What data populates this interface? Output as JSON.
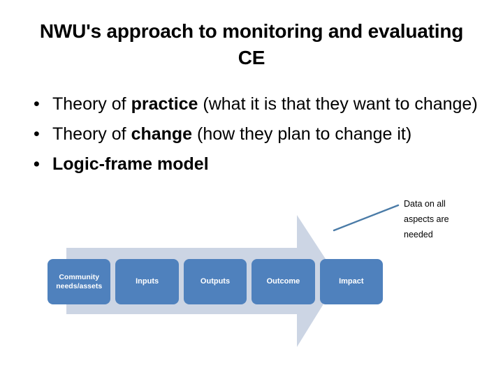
{
  "slide": {
    "title": "NWU's approach to monitoring and evaluating CE",
    "background_color": "#ffffff"
  },
  "bullets": [
    {
      "prefix": "Theory of ",
      "bold": "practice",
      "suffix": " (what it is that they want to change)",
      "all_bold": false
    },
    {
      "prefix": "Theory of ",
      "bold": "change",
      "suffix": " (how they plan to change it)",
      "all_bold": false
    },
    {
      "prefix": "",
      "bold": "Logic-frame model",
      "suffix": "",
      "all_bold": true
    }
  ],
  "diagram": {
    "arrow_color": "#ccd5e4",
    "box_color": "#4f81bd",
    "box_text_color": "#ffffff",
    "stages": [
      {
        "label": "Community\nneeds/assets"
      },
      {
        "label": "Inputs"
      },
      {
        "label": "Outputs"
      },
      {
        "label": "Outcome"
      },
      {
        "label": "Impact"
      }
    ]
  },
  "callout": {
    "line_color": "#4a7ba7",
    "lines": [
      "Data on all",
      "aspects are",
      "needed"
    ]
  }
}
